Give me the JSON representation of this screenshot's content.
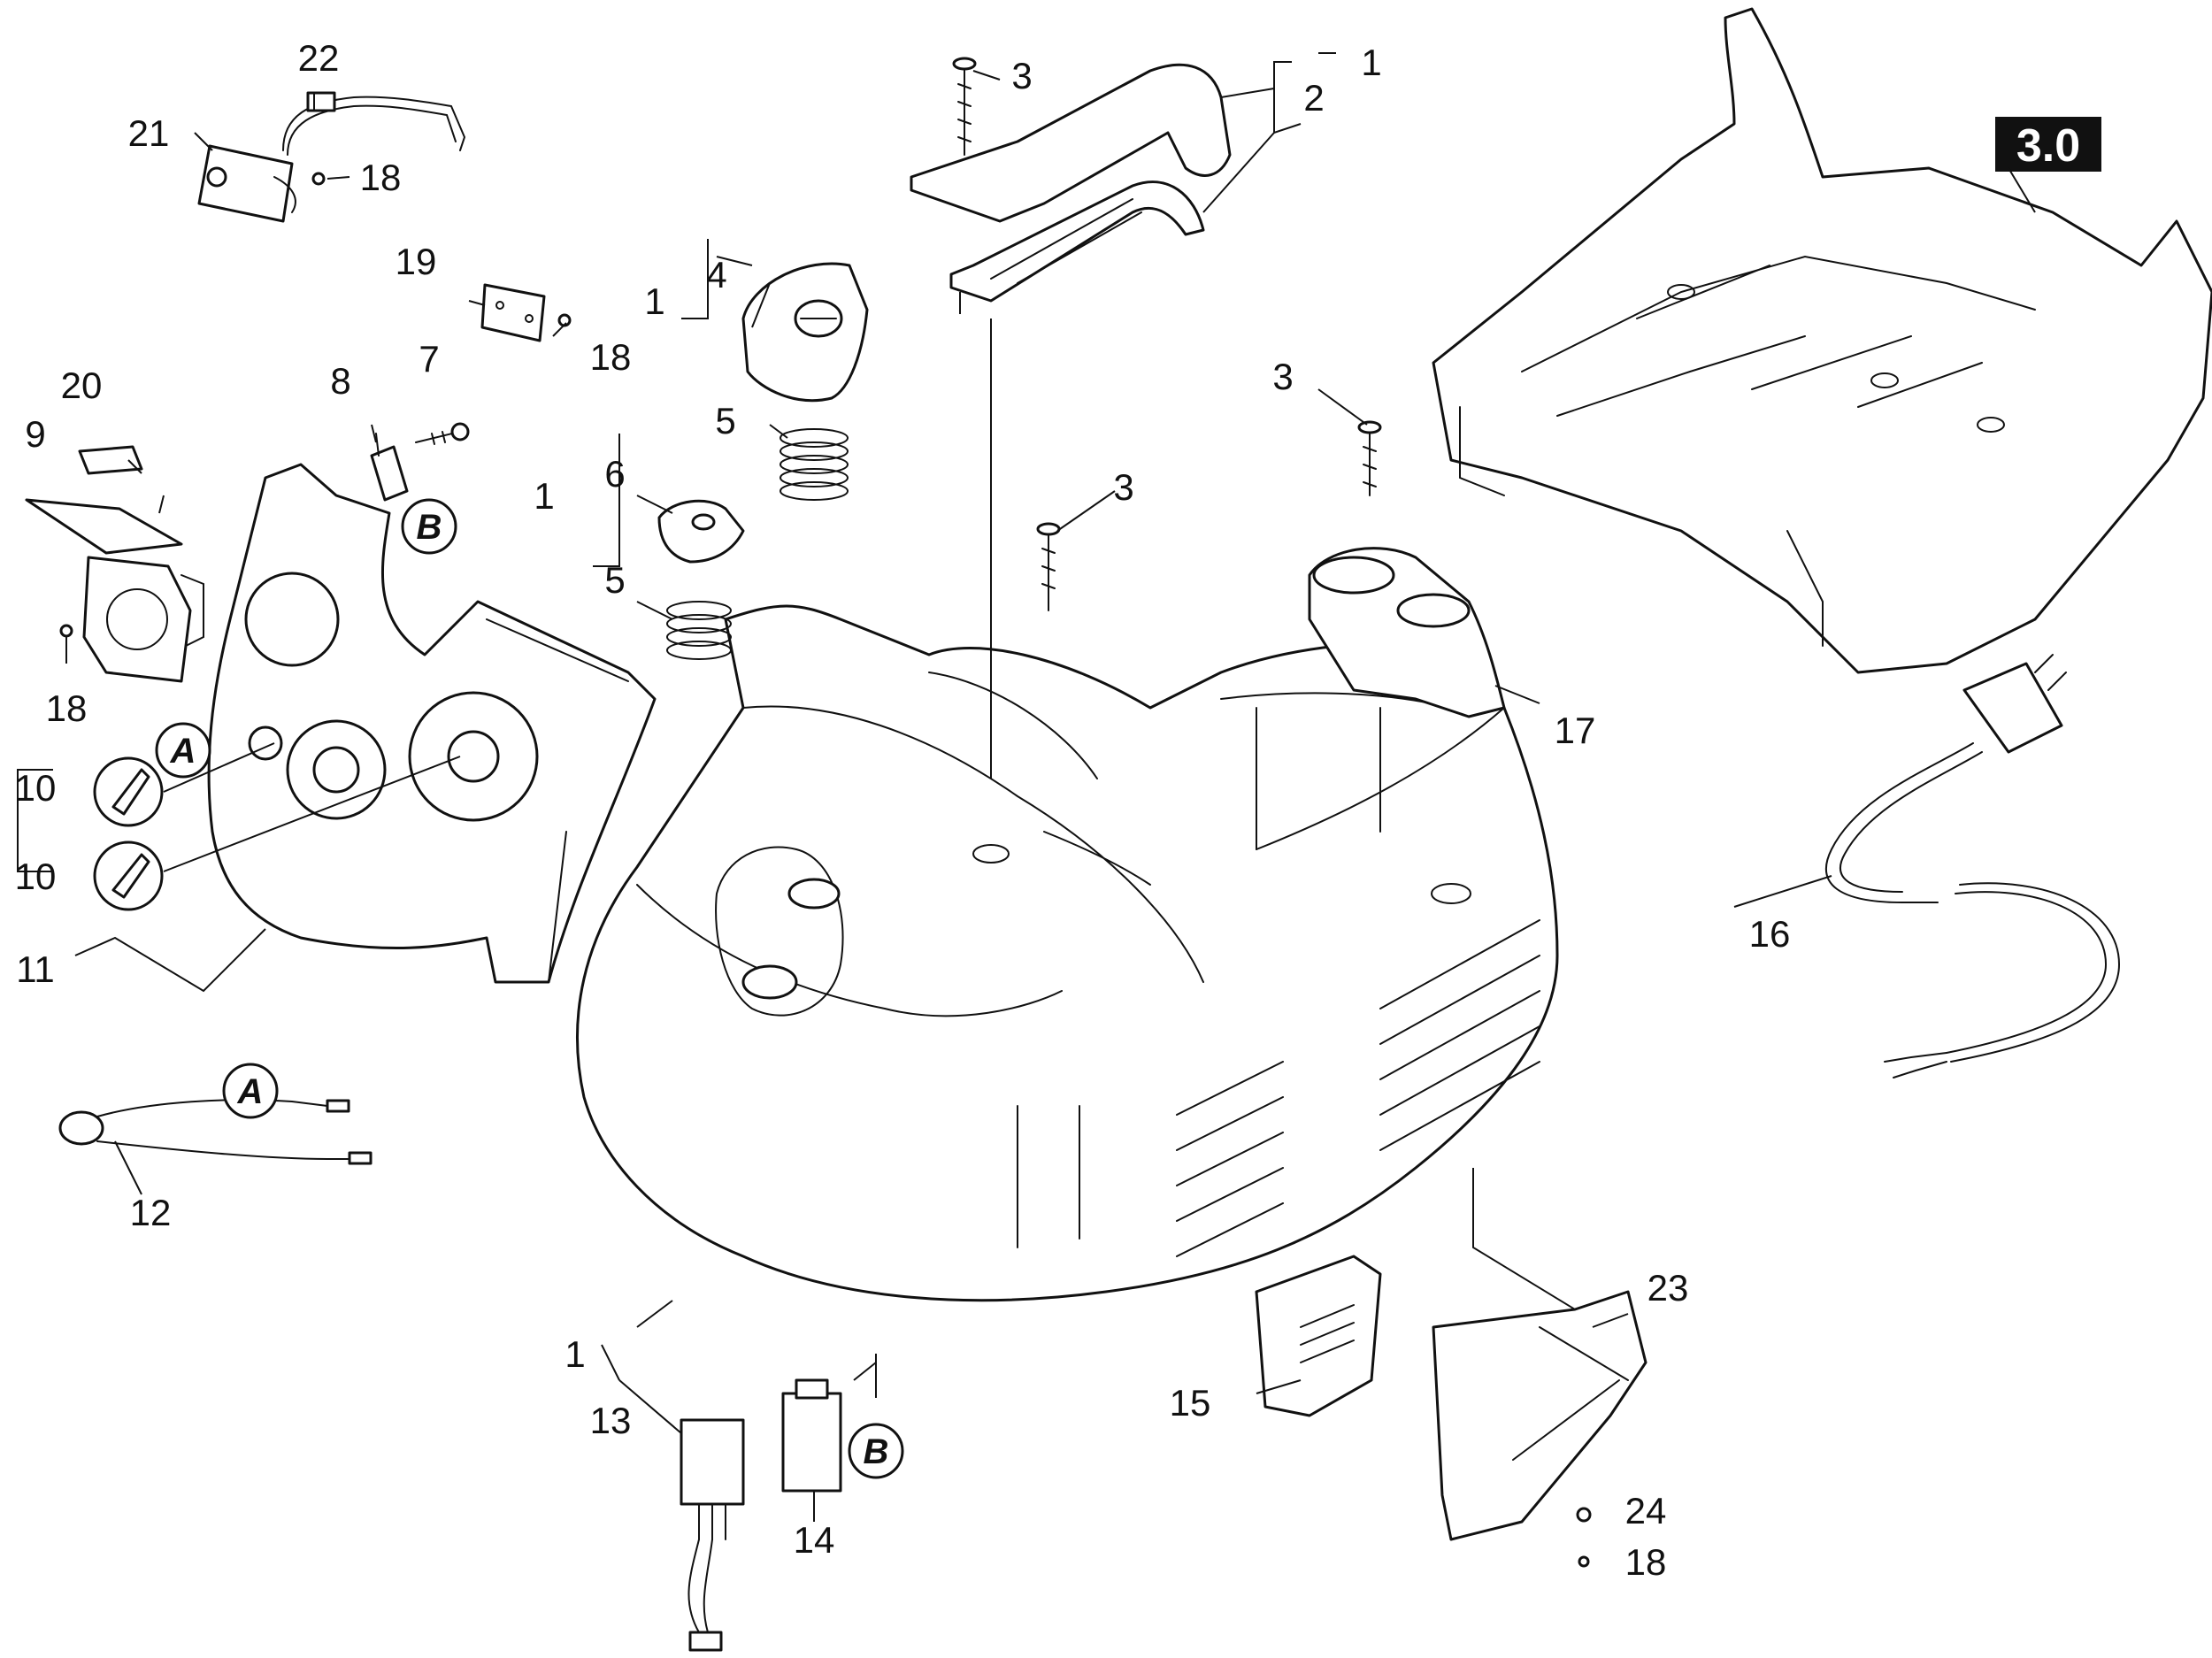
{
  "diagram": {
    "section_badge": "3.0",
    "ref_marks": [
      "A",
      "B"
    ],
    "callouts": [
      "1",
      "2",
      "3",
      "4",
      "5",
      "6",
      "7",
      "8",
      "9",
      "10",
      "11",
      "12",
      "13",
      "14",
      "15",
      "16",
      "17",
      "18",
      "19",
      "20",
      "21",
      "22",
      "23",
      "24"
    ]
  }
}
